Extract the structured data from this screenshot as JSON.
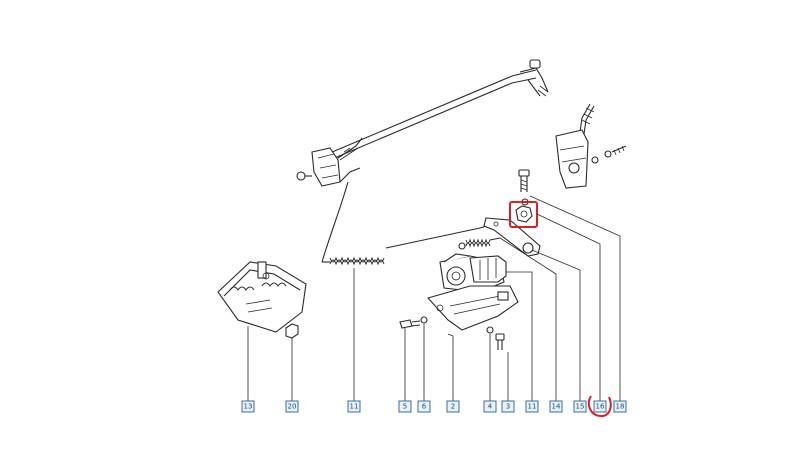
{
  "callouts": [
    {
      "id": "c1",
      "label": "13"
    },
    {
      "id": "c2",
      "label": "20"
    },
    {
      "id": "c3",
      "label": "11"
    },
    {
      "id": "c4",
      "label": "5"
    },
    {
      "id": "c5",
      "label": "6"
    },
    {
      "id": "c6",
      "label": "2"
    },
    {
      "id": "c7",
      "label": "4"
    },
    {
      "id": "c8",
      "label": "3"
    },
    {
      "id": "c9",
      "label": "11"
    },
    {
      "id": "c10",
      "label": "14"
    },
    {
      "id": "c11",
      "label": "15"
    },
    {
      "id": "c12",
      "label": "16"
    },
    {
      "id": "c13",
      "label": "18"
    }
  ],
  "highlight": {
    "color": "#d9202a",
    "circled_callout": "16"
  }
}
